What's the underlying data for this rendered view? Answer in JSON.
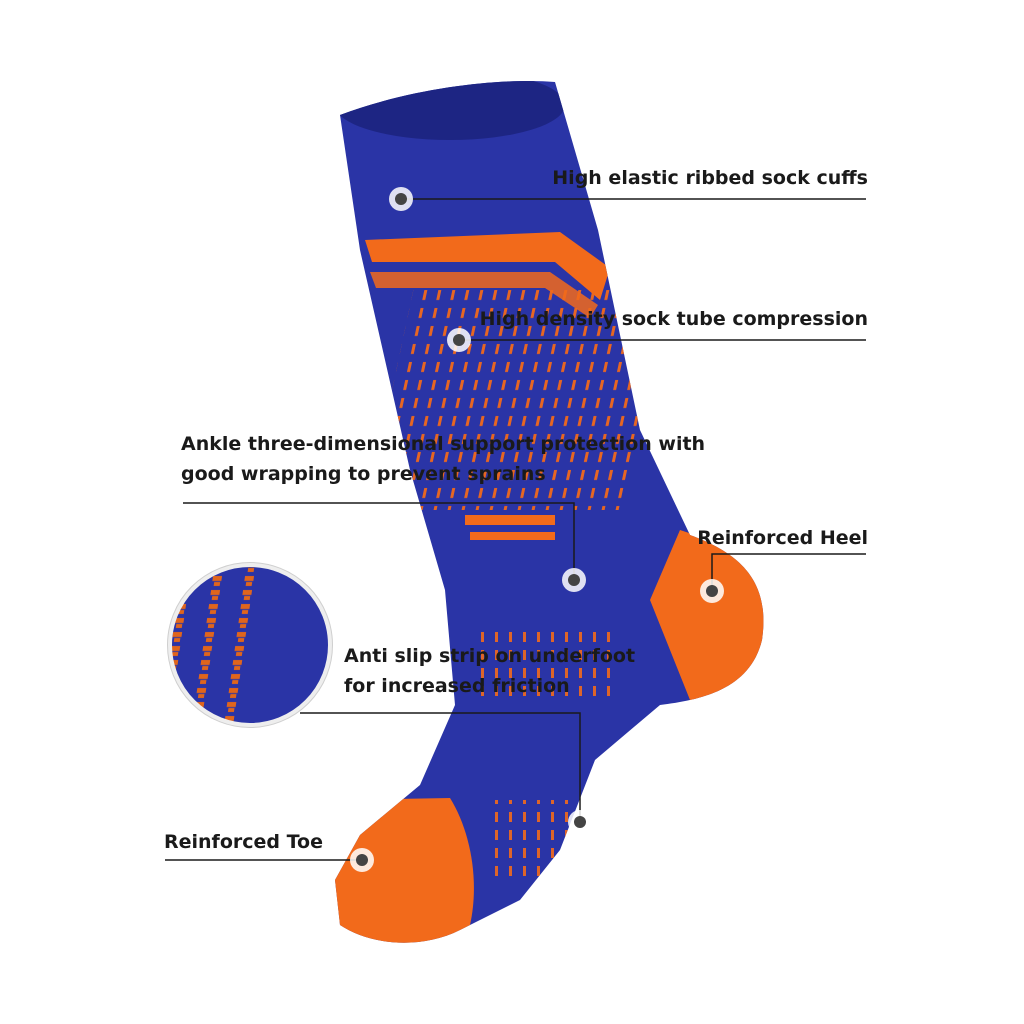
{
  "colors": {
    "sock_blue": "#2a34a6",
    "sock_blue_dark": "#1d2583",
    "accent_orange": "#f26a1b",
    "line": "#1a1a1a",
    "marker": "#444444"
  },
  "callouts": {
    "cuffs": {
      "text": "High elastic ribbed sock cuffs"
    },
    "tube": {
      "text": "High density sock tube compression"
    },
    "ankle": {
      "line1": "Ankle three-dimensional support protection with",
      "line2": "good wrapping to prevent sprains"
    },
    "heel": {
      "text": "Reinforced Heel"
    },
    "antislip": {
      "line1": "Anti slip strip on underfoot",
      "line2": "for increased friction"
    },
    "toe": {
      "text": "Reinforced Toe"
    }
  }
}
